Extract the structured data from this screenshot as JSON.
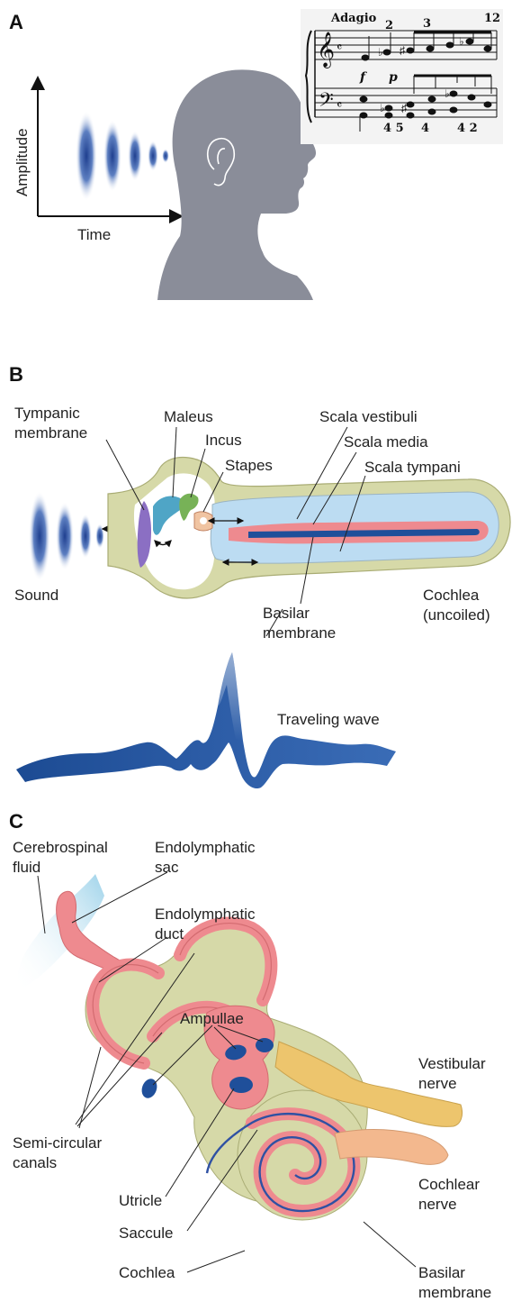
{
  "colors": {
    "head_silhouette": "#8a8d99",
    "sound_wave": "#2d4f9e",
    "fluid_blue": "#bcdcf2",
    "bone_tan": "#d6d9a8",
    "endolymph_pink": "#ee8a8f",
    "basilar_blue": "#1f4f9a",
    "nerve_yellow": "#edc56d",
    "nerve_peach": "#f3b88e",
    "malleus_teal": "#4fa5c6",
    "incus_green": "#77b257",
    "tympanic_purple": "#8b6fc3"
  },
  "panel_a": {
    "letter": "A",
    "y_axis_label": "Amplitude",
    "x_axis_label": "Time",
    "score_tempo": "Adagio",
    "score_dynamic_f": "f",
    "score_dynamic_p": "p",
    "score_fingering_2": "2",
    "score_fingering_3": "3",
    "score_fingering_12": "12",
    "score_fingering_45": "4 5",
    "score_fingering_4": "4",
    "score_fingering_42": "4 2"
  },
  "panel_b": {
    "letter": "B",
    "tympanic_line1": "Tympanic",
    "tympanic_line2": "membrane",
    "maleus": "Maleus",
    "incus": "Incus",
    "stapes": "Stapes",
    "scala_vestibuli": "Scala vestibuli",
    "scala_media": "Scala media",
    "scala_tympani": "Scala tympani",
    "sound": "Sound",
    "cochlea_line1": "Cochlea",
    "cochlea_line2": "(uncoiled)",
    "basilar_line1": "Basilar",
    "basilar_line2": "membrane",
    "traveling_wave": "Traveling wave"
  },
  "panel_c": {
    "letter": "C",
    "csf_line1": "Cerebrospinal",
    "csf_line2": "fluid",
    "endo_sac_line1": "Endolymphatic",
    "endo_sac_line2": "sac",
    "endo_duct_line1": "Endolymphatic",
    "endo_duct_line2": "duct",
    "ampullae": "Ampullae",
    "vestibular_line1": "Vestibular",
    "vestibular_line2": "nerve",
    "semicircular_line1": "Semi-circular",
    "semicircular_line2": "canals",
    "utricle": "Utricle",
    "saccule": "Saccule",
    "cochlear_line1": "Cochlear",
    "cochlear_line2": "nerve",
    "cochlea": "Cochlea",
    "basilar_line1": "Basilar",
    "basilar_line2": "membrane"
  }
}
